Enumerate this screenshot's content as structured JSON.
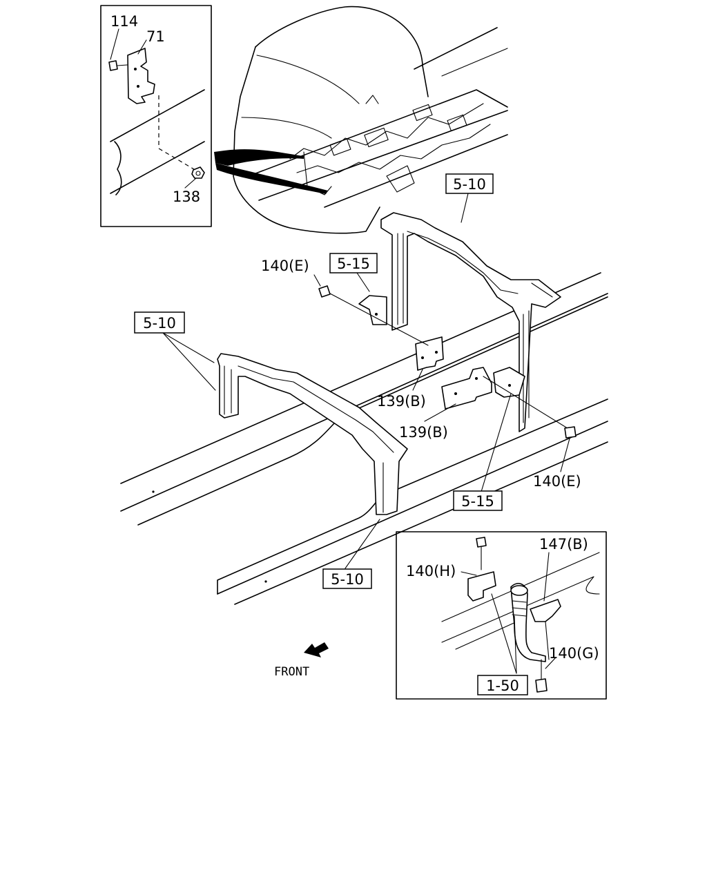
{
  "callouts": {
    "inset1_bolt": "114",
    "inset1_bracket": "71",
    "inset1_nut": "138",
    "bolt_140e_top": "140(E)",
    "bolt_140e_right": "140(E)",
    "plate_139b_upper": "139(B)",
    "plate_139b_lower": "139(B)",
    "inset2_bolt_top": "140(H)",
    "inset2_clamp": "147(B)",
    "inset2_bolt_bottom": "140(G)"
  },
  "reference_boxes": {
    "crossmember_top_right": "5-10",
    "crossmember_left": "5-10",
    "crossmember_bottom": "5-10",
    "bracket_upper": "5-15",
    "bracket_lower": "5-15",
    "hose_clamp": "1-50"
  },
  "direction": {
    "label": "FRONT",
    "icon": "arrow-down-left-icon"
  }
}
